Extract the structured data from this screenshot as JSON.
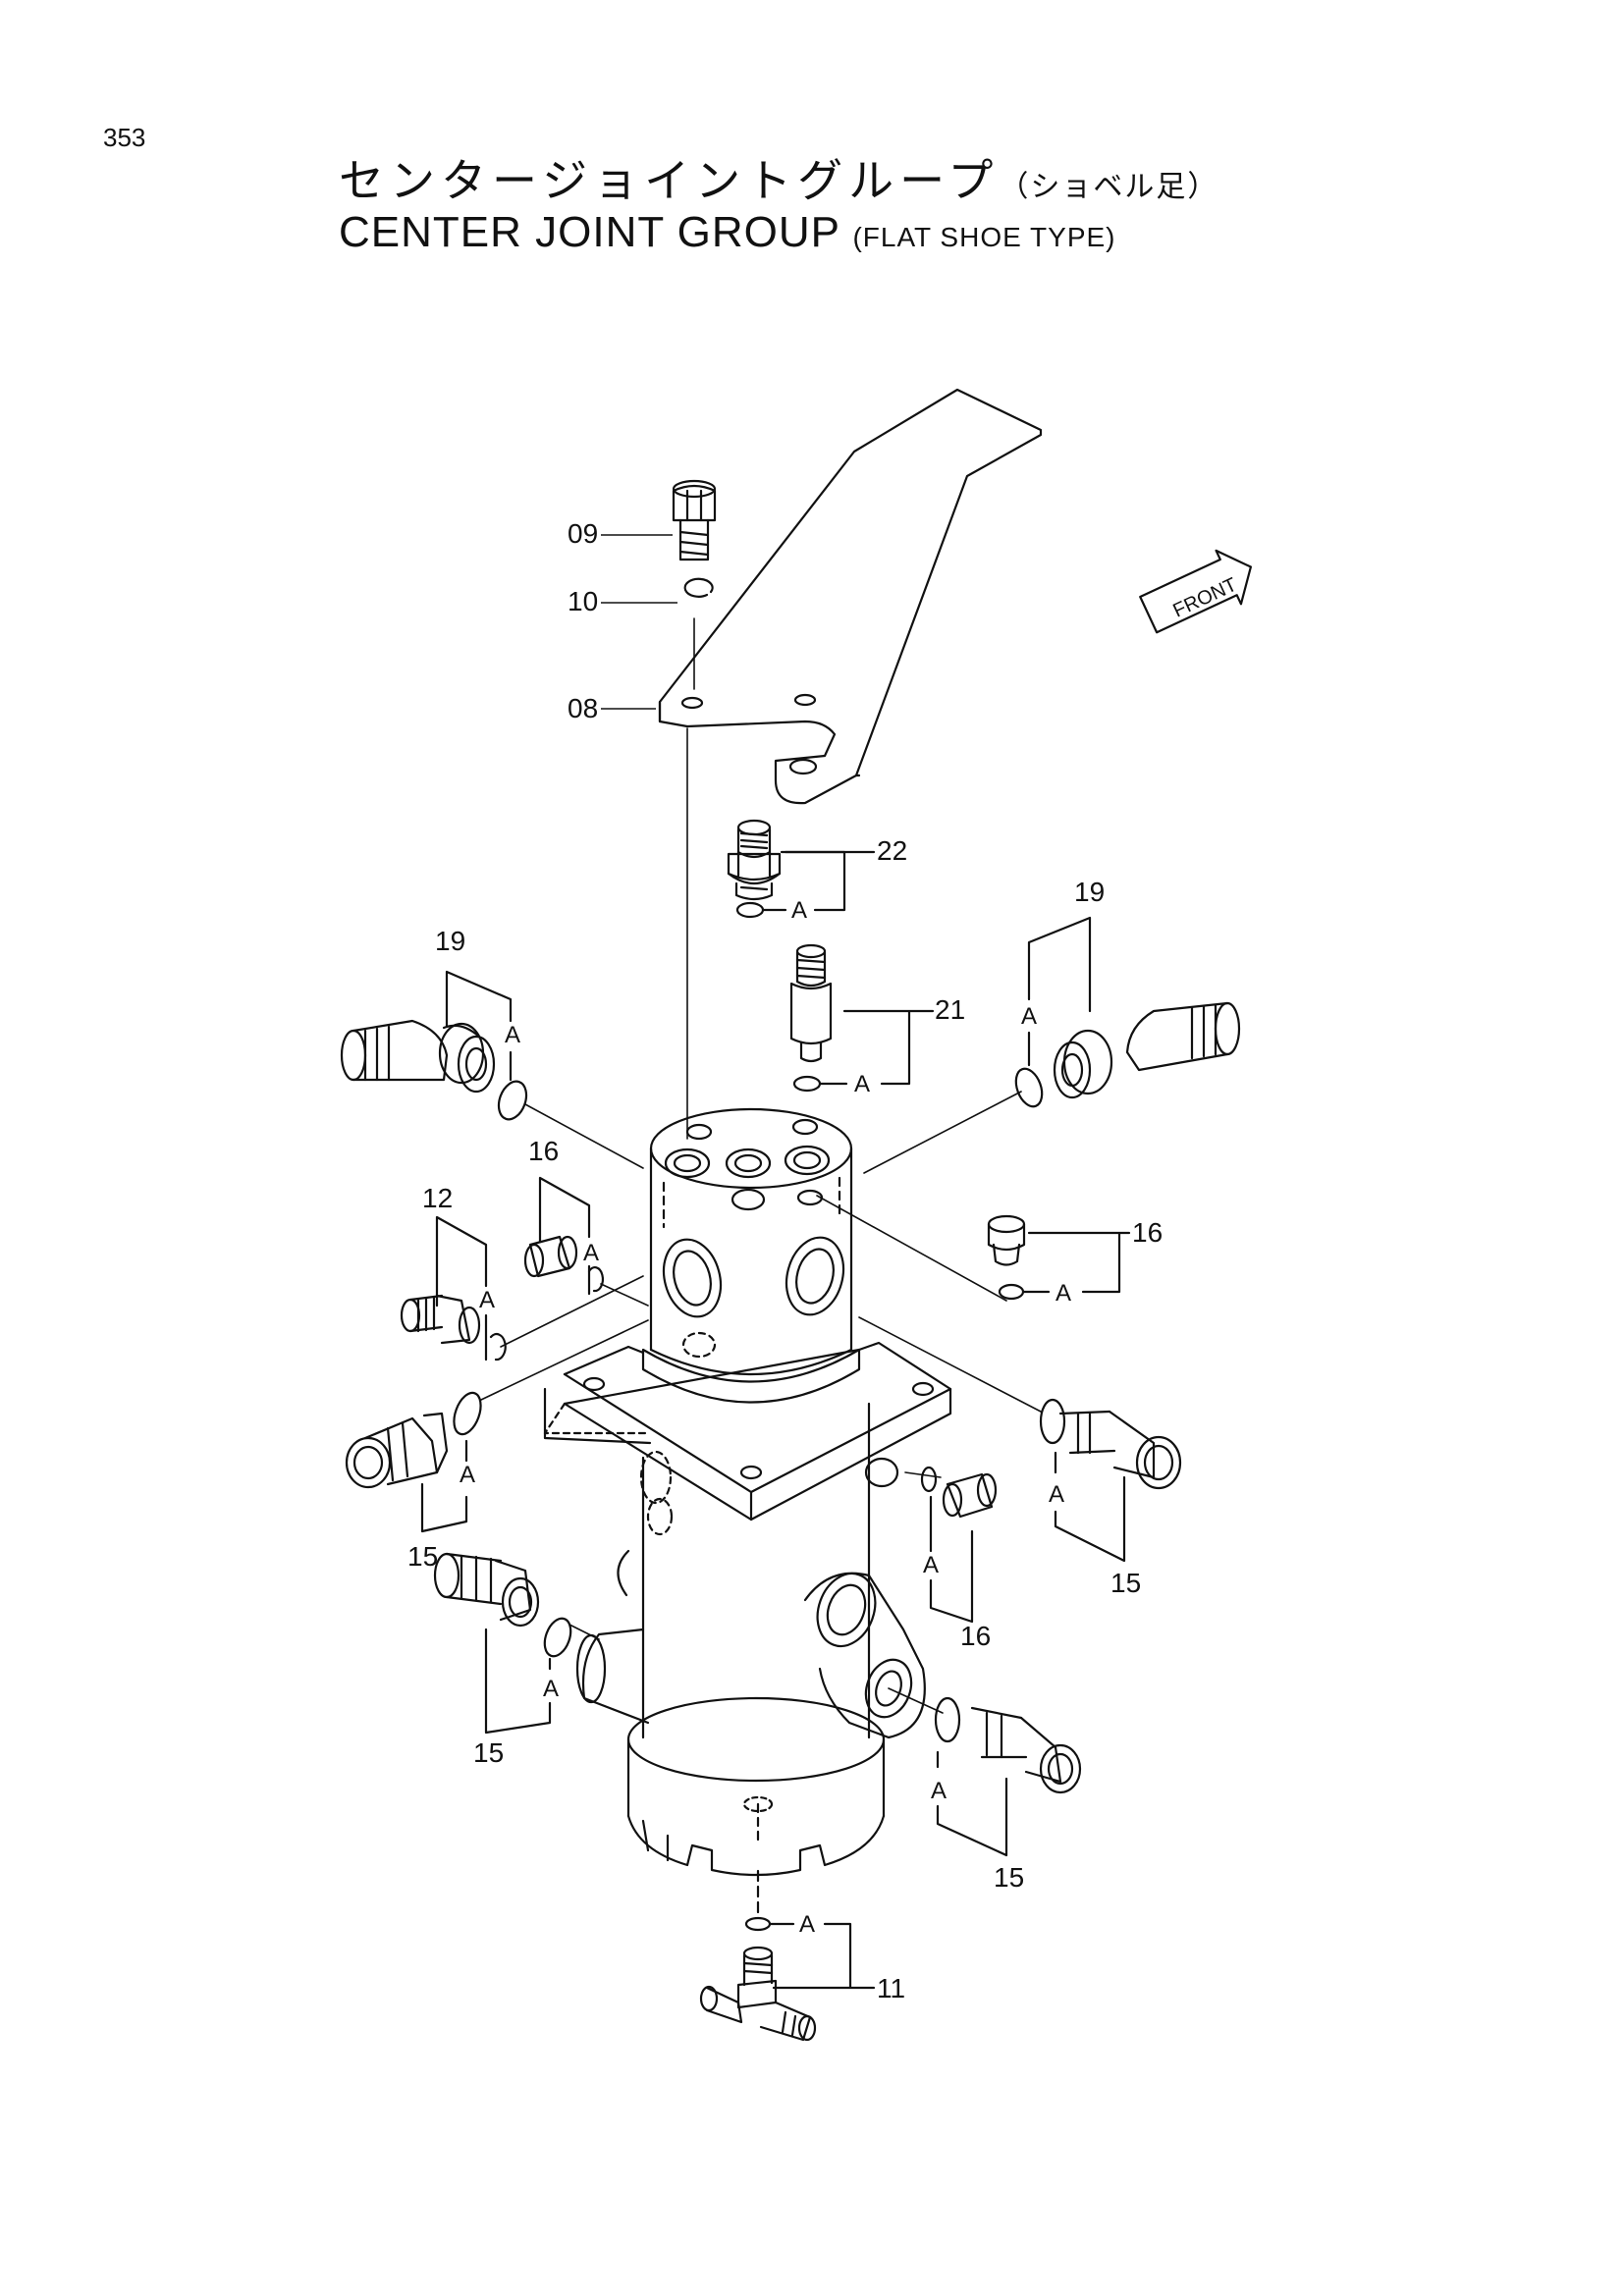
{
  "page": {
    "number": "353"
  },
  "title": {
    "japanese": "センタージョイントグループ",
    "japanese_sub": "（ショベル足）",
    "english": "CENTER JOINT GROUP",
    "english_sub": "(FLAT SHOE TYPE)"
  },
  "front_mark": "FRONT",
  "o_ring_label": "A",
  "callouts": [
    {
      "id": "c09",
      "label": "09"
    },
    {
      "id": "c10",
      "label": "10"
    },
    {
      "id": "c08",
      "label": "08"
    },
    {
      "id": "c22",
      "label": "22"
    },
    {
      "id": "c21",
      "label": "21"
    },
    {
      "id": "c19l",
      "label": "19"
    },
    {
      "id": "c19r",
      "label": "19"
    },
    {
      "id": "c16a",
      "label": "16"
    },
    {
      "id": "c16b",
      "label": "16"
    },
    {
      "id": "c16c",
      "label": "16"
    },
    {
      "id": "c12",
      "label": "12"
    },
    {
      "id": "c15a",
      "label": "15"
    },
    {
      "id": "c15b",
      "label": "15"
    },
    {
      "id": "c15c",
      "label": "15"
    },
    {
      "id": "c15d",
      "label": "15"
    },
    {
      "id": "c11",
      "label": "11"
    }
  ]
}
